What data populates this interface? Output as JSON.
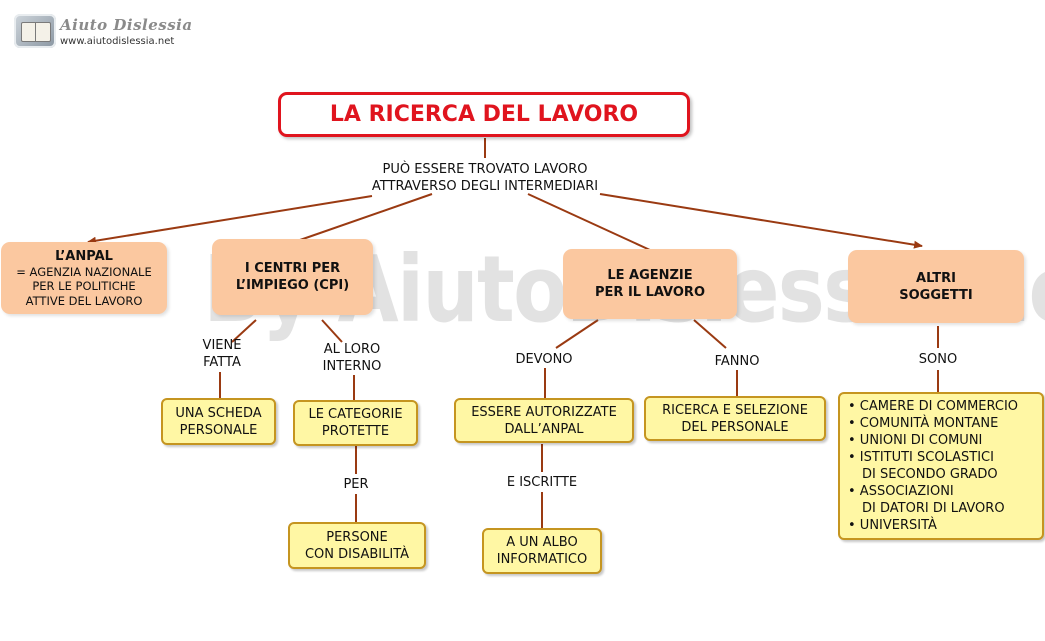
{
  "header": {
    "logo_name": "Aiuto Dislessia",
    "logo_url": "www.aiutodislessia.net"
  },
  "watermark": "By AiutoDislessia.net",
  "title": "LA RICERCA DEL LAVORO",
  "intro": [
    "PUÒ ESSERE TROVATO LAVORO",
    "ATTRAVERSO DEGLI INTERMEDIARI"
  ],
  "anpal": {
    "title": "L’ANPAL",
    "subtitle": [
      "= AGENZIA NAZIONALE",
      "PER LE POLITICHE",
      "ATTIVE DEL LAVORO"
    ]
  },
  "cpi": {
    "title": [
      "I CENTRI PER",
      "L’IMPIEGO (CPI)"
    ],
    "link_left": [
      "VIENE",
      "FATTA"
    ],
    "link_right": [
      "AL LORO",
      "INTERNO"
    ],
    "scheda": [
      "UNA SCHEDA",
      "PERSONALE"
    ],
    "categorie": [
      "LE CATEGORIE",
      "PROTETTE"
    ],
    "link_per": "PER",
    "persone": [
      "PERSONE",
      "CON DISABILITÀ"
    ]
  },
  "agenzie": {
    "title": [
      "LE AGENZIE",
      "PER IL LAVORO"
    ],
    "link_devono": "DEVONO",
    "link_fanno": "FANNO",
    "autorizzate": [
      "ESSERE AUTORIZZATE",
      "DALL’ANPAL"
    ],
    "link_iscritte": "E ISCRITTE",
    "albo": [
      "A UN ALBO",
      "INFORMATICO"
    ],
    "ricerca": [
      "RICERCA E SELEZIONE",
      "DEL PERSONALE"
    ]
  },
  "altri": {
    "title": [
      "ALTRI",
      "SOGGETTI"
    ],
    "link_sono": "SONO",
    "items": [
      {
        "text": "• CAMERE DI COMMERCIO",
        "sub": false
      },
      {
        "text": "• COMUNITÀ MONTANE",
        "sub": false
      },
      {
        "text": "• UNIONI DI COMUNI",
        "sub": false
      },
      {
        "text": "• ISTITUTI SCOLASTICI",
        "sub": false
      },
      {
        "text": "DI SECONDO GRADO",
        "sub": true
      },
      {
        "text": "• ASSOCIAZIONI",
        "sub": false
      },
      {
        "text": "DI DATORI DI LAVORO",
        "sub": true
      },
      {
        "text": "• UNIVERSITÀ",
        "sub": false
      }
    ]
  },
  "colors": {
    "title_red": "#e0141e",
    "arrow_brown": "#9a3a12",
    "orange_fill": "#fbc8a0",
    "yellow_fill": "#fff7a4",
    "yellow_border": "#c59520"
  }
}
